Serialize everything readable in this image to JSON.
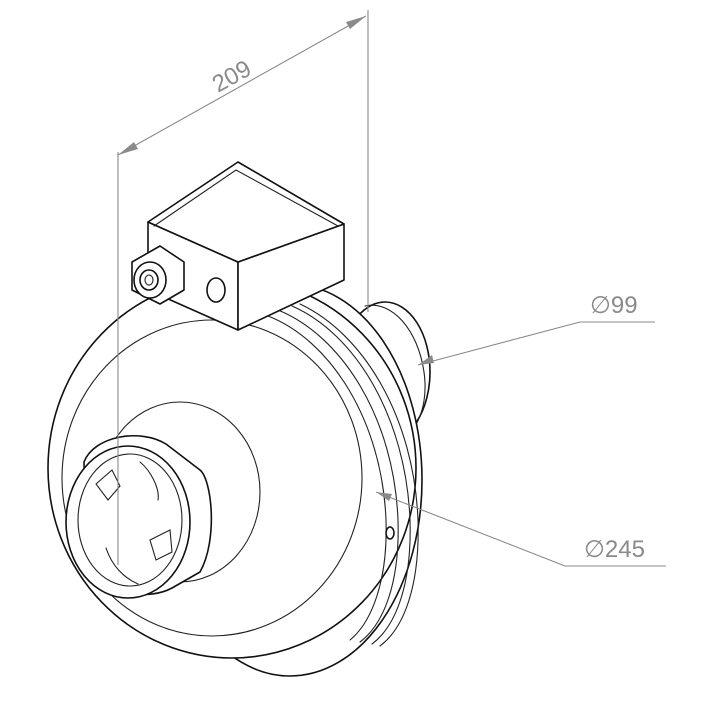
{
  "dimensions": {
    "length": "209",
    "outlet_diameter": "∅99",
    "housing_diameter": "∅245"
  }
}
